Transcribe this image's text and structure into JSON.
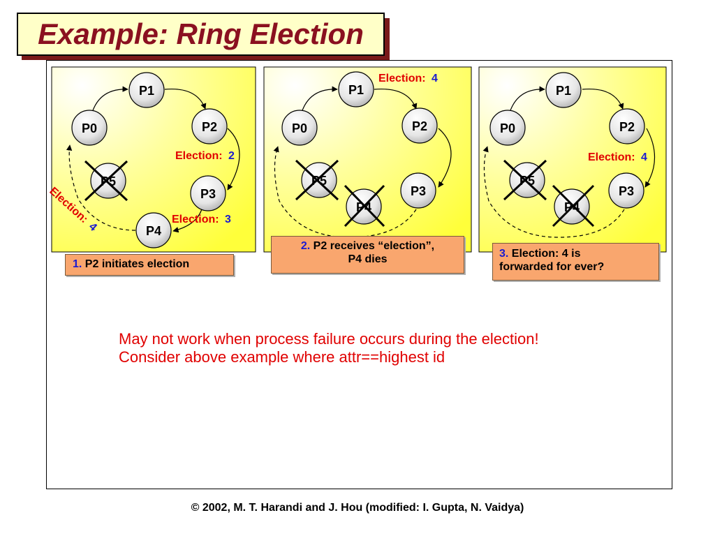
{
  "title": "Example: Ring Election",
  "panels": [
    {
      "nodes": {
        "p0": "P0",
        "p1": "P1",
        "p2": "P2",
        "p3": "P3",
        "p4": "P4",
        "p5": "P5"
      },
      "messages": [
        {
          "label": "Election:",
          "value": "2"
        },
        {
          "label": "Election:",
          "value": "3"
        },
        {
          "label": "Election:",
          "value": "4"
        }
      ],
      "caption": {
        "number": "1.",
        "text": "P2 initiates election"
      }
    },
    {
      "nodes": {
        "p0": "P0",
        "p1": "P1",
        "p2": "P2",
        "p3": "P3",
        "p4": "P4",
        "p5": "P5"
      },
      "messages": [
        {
          "label": "Election:",
          "value": "4"
        }
      ],
      "caption": {
        "number": "2.",
        "line1": "P2 receives “election”,",
        "line2": "P4 dies"
      }
    },
    {
      "nodes": {
        "p0": "P0",
        "p1": "P1",
        "p2": "P2",
        "p3": "P3",
        "p4": "P4",
        "p5": "P5"
      },
      "messages": [
        {
          "label": "Election:",
          "value": "4"
        }
      ],
      "caption": {
        "number": "3.",
        "line1": "Election: 4 is",
        "line2": "forwarded for ever?"
      }
    }
  ],
  "notice": {
    "line1": "May not work when process failure occurs during the election!",
    "line2": "Consider above example where attr==highest id"
  },
  "footer": "© 2002, M. T. Harandi and J. Hou (modified: I. Gupta, N. Vaidya)",
  "colors": {
    "title_text": "#8a1020",
    "title_bg": "#ffffc8",
    "caption_bg": "#f9a66e",
    "accent_red": "#e00000",
    "accent_blue": "#1a1ad0"
  }
}
